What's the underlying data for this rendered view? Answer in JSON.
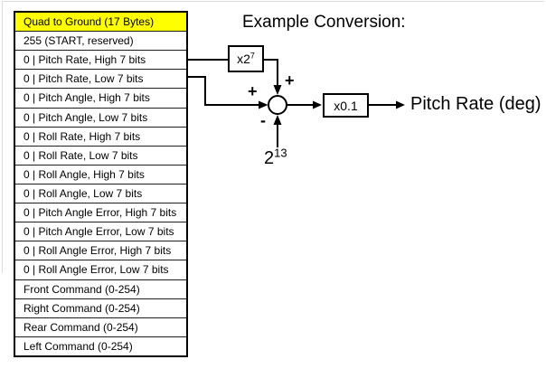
{
  "colors": {
    "header_bg": "#ffff00",
    "line": "#000000",
    "canvas_bg": "#ffffff"
  },
  "packet_table": {
    "header": "Quad to Ground (17 Bytes)",
    "rows": [
      "255 (START,  reserved)",
      "0 | Pitch Rate, High 7 bits",
      "0 | Pitch Rate, Low 7 bits",
      "0 | Pitch Angle, High 7 bits",
      "0 | Pitch Angle, Low 7 bits",
      "0 | Roll Rate, High 7 bits",
      "0 | Roll Rate, Low 7 bits",
      "0 | Roll Angle, High 7 bits",
      "0 | Roll Angle, Low 7 bits",
      "0 | Pitch Angle Error, High 7 bits",
      "0 | Pitch Angle Error, Low 7 bits",
      "0 | Roll Angle Error, High 7 bits",
      "0 | Roll Angle Error, Low 7 bits",
      "Front Command (0-254)",
      "Right Command (0-254)",
      "Rear Command (0-254)",
      "Left Command (0-254)"
    ]
  },
  "diagram": {
    "title": "Example Conversion:",
    "gain_high": {
      "base": "x2",
      "sup": "7"
    },
    "gain_output": "x0.1",
    "bias": {
      "base": "2",
      "sup": "13"
    },
    "sign_top": "+",
    "sign_left": "+",
    "sign_bottom": "-",
    "output_label": "Pitch Rate (deg)"
  }
}
